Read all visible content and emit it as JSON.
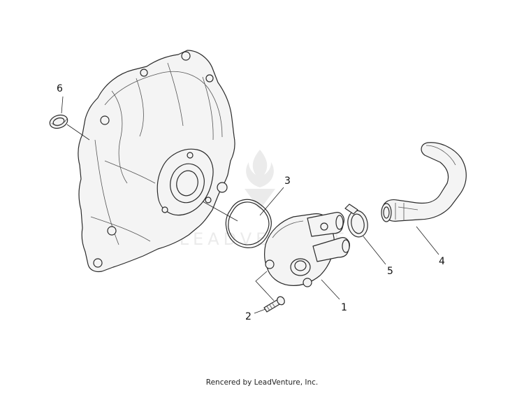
{
  "diagram": {
    "callouts": [
      {
        "id": "1",
        "label": "1"
      },
      {
        "id": "2",
        "label": "2"
      },
      {
        "id": "3",
        "label": "3"
      },
      {
        "id": "4",
        "label": "4"
      },
      {
        "id": "5",
        "label": "5"
      },
      {
        "id": "6",
        "label": "6"
      }
    ],
    "watermark_icon": "leadventure-flame-logo",
    "watermark_text": "LEADVENTURE"
  },
  "footer": {
    "credit": "Rencered by LeadVenture, Inc."
  }
}
